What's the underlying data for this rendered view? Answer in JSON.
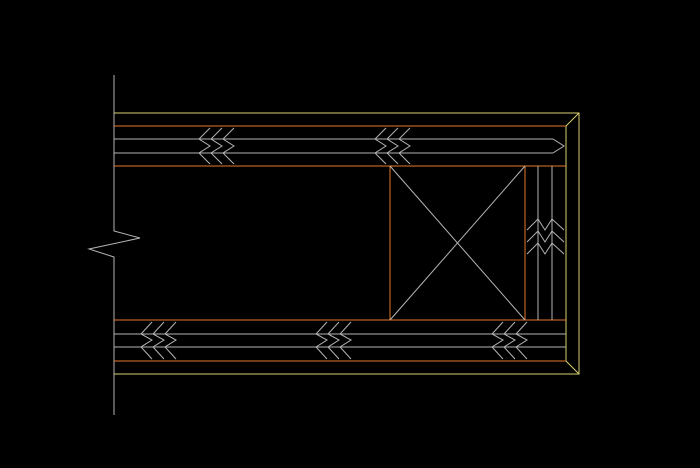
{
  "drawing": {
    "background": "#000000",
    "colors": {
      "outline": "#d8d070",
      "board_edge": "#e8792a",
      "linework": "#b4b4b4"
    },
    "components": [
      "break-line",
      "outer-outline",
      "top-layer",
      "bottom-layer",
      "end-band",
      "opening-with-cross"
    ]
  }
}
